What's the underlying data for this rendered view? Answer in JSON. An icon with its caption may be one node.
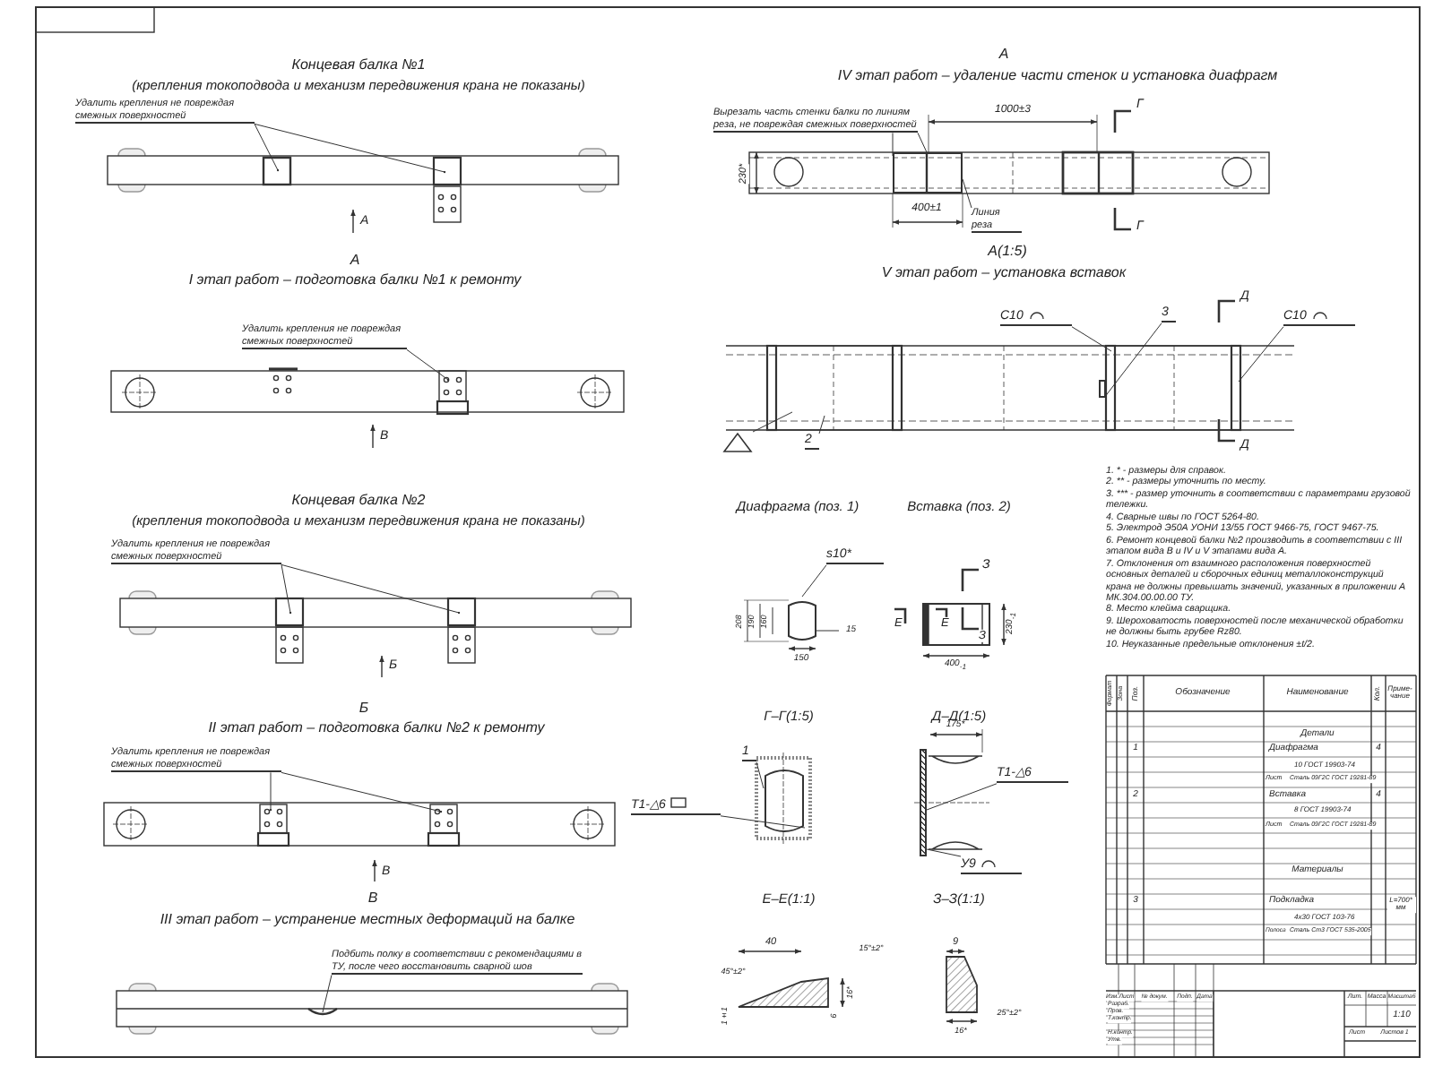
{
  "diagram": {
    "nodes": [
      {
        "text": [
          "Удалить крепления не повреждая смежных поверхностей"
        ]
      },
      {
        "text": [
          "Удалить крепления не повреждая смежных поверхностей"
        ]
      },
      {
        "text": [
          "Удалить крепления не повреждая смежных поверхностей"
        ]
      },
      {
        "text": [
          "Удалить крепления не повреждая смежных поверхностей"
        ]
      },
      {
        "text": [
          "Подбить полку в соответствии с рекомендациями в ТУ, после чего восстановить сварной шов"
        ]
      },
      {
        "text": [
          "Вырезать часть стенки балки по линиям реза, не повреждая смежных поверхностей"
        ]
      },
      {
        "text": [
          "Линия реза"
        ]
      },
      {
        "text": [
          "С10"
        ]
      },
      {
        "text": [
          "3"
        ]
      },
      {
        "text": [
          "С10"
        ]
      },
      {
        "text": [],
        "shape": "triangle"
      },
      {
        "text": [
          "2"
        ]
      },
      {
        "text": [
          "s10*"
        ]
      },
      {
        "text": [
          "1"
        ]
      },
      {
        "text": [
          "Т1-△6"
        ]
      },
      {
        "text": [
          "Т1-△6"
        ]
      },
      {
        "text": [
          "У9"
        ]
      },
      {
        "text": [],
        "shape": "box"
      },
      {
        "text": [],
        "shape": "bar"
      },
      {
        "text": [],
        "shape": "box"
      },
      {
        "text": [],
        "shape": "picture"
      },
      {
        "text": [],
        "shape": "picture"
      }
    ],
    "edges": [
      {
        "from": 0,
        "to": null,
        "arrow": "other"
      },
      {
        "from": 0,
        "to": null,
        "arrow": "other"
      },
      {
        "from": 1,
        "to": null,
        "arrow": "other"
      },
      {
        "from": 2,
        "to": null,
        "arrow": "other"
      },
      {
        "from": 2,
        "to": null,
        "arrow": "other"
      },
      {
        "from": 3,
        "to": null,
        "arrow": "other"
      },
      {
        "from": 3,
        "to": null,
        "arrow": "other"
      },
      {
        "from": 4,
        "to": null,
        "arrow": "none"
      },
      {
        "from": 5,
        "to": 19,
        "arrow": "none"
      },
      {
        "from": 5,
        "to": 19,
        "arrow": "none"
      },
      {
        "from": 6,
        "to": 19,
        "arrow": "none"
      },
      {
        "from": 7,
        "to": null,
        "arrow": "none"
      },
      {
        "from": 8,
        "to": 17,
        "arrow": "none"
      },
      {
        "from": 9,
        "to": null,
        "arrow": "none"
      },
      {
        "from": 10,
        "to": null,
        "arrow": "none"
      },
      {
        "from": 11,
        "to": null,
        "arrow": "none"
      },
      {
        "from": 12,
        "to": 20,
        "arrow": "none"
      },
      {
        "from": 13,
        "to": 21,
        "arrow": "none"
      },
      {
        "from": 14,
        "to": 21,
        "arrow": "none"
      },
      {
        "from": 15,
        "to": 18,
        "arrow": "none"
      },
      {
        "from": 16,
        "to": 18,
        "arrow": "none"
      }
    ],
    "labels": [
      "Концевая балка №1",
      "(крепления токоподвода и механизм передвижения крана не показаны)",
      "А",
      "А",
      "I этап работ – подготовка балки №1 к ремонту",
      "В",
      "Концевая балка №2",
      "(крепления токоподвода и механизм передвижения крана не показаны)",
      "Б",
      "Б",
      "II этап работ – подготовка балки №2 к ремонту",
      "В",
      "В",
      "III этап работ – устранение местных деформаций на балке",
      "А",
      "IV этап работ – удаление части стенок и установка диафрагм",
      "1000±3",
      "Г",
      "Г",
      "230*",
      "400±1",
      "А(1:5)",
      "V этап работ – установка вставок",
      "Д",
      "Д",
      "Диафрагма (поз. 1)",
      "Вставка (поз. 2)",
      "208",
      "190",
      "160",
      "15",
      "150",
      "З",
      "Е",
      "Е",
      "З",
      "230$_{-1}$",
      "400$_{-1}$",
      "Г–Г(1:5)",
      "Д–Д(1:5)",
      "175*",
      "Е–Е(1:1)",
      "З–З(1:1)",
      "40",
      "45°±2°",
      "15°±2°",
      "16*",
      "6",
      "1±1",
      "9",
      "16*",
      "25°±2°",
      "1. * - размеры для справок.",
      "2. ** - размеры уточнить по месту.",
      "3. *** - размер уточнить в соответствии с параметрами грузовой тележки.",
      "4. Сварные швы по ГОСТ 5264-80.",
      "5. Электрод Э50А УОНИ 13/55 ГОСТ 9466-75, ГОСТ 9467-75.",
      "6. Ремонт концевой балки №2 производить в соответствии с III этапом вида В и IV и V этапами вида А.",
      "7. Отклонения от взаимного расположения поверхностей основных деталей и сборочных единиц металлоконструкций крана не должны превышать значений, указанных в приложении А МК.304.00.00.00 ТУ.",
      "8. Место клейма сварщика.",
      "9. Шероховатость поверхностей после механической обработки не должны быть грубее Rz80.",
      "10. Неуказанные предельные отклонения ±t/2.",
      "Формат",
      "Зона",
      "Поз.",
      "Обозначение",
      "Наименование",
      "Кол.",
      "Приме-чание",
      "Детали",
      "1",
      "Диафрагма",
      "4",
      "Лист",
      "10 ГОСТ 19903-74",
      "Сталь 09Г2С ГОСТ 19281-89",
      "2",
      "Вставка",
      "4",
      "Лист",
      "8 ГОСТ 19903-74",
      "Сталь 09Г2С ГОСТ 19281-89",
      "Материалы",
      "3",
      "Подкладка",
      "L=700* мм",
      "Полоса",
      "4х30 ГОСТ 103-76",
      "Сталь Ст3 ГОСТ 535-2005",
      "Изм.",
      "Лист",
      "№ докум.",
      "Подп.",
      "Дата",
      "Разраб.",
      "Пров.",
      "Т.контр.",
      "Н.контр.",
      "Утв.",
      "Лит.",
      "Масса",
      "Масштаб",
      "1:10",
      "Лист",
      "Листов 1"
    ]
  }
}
